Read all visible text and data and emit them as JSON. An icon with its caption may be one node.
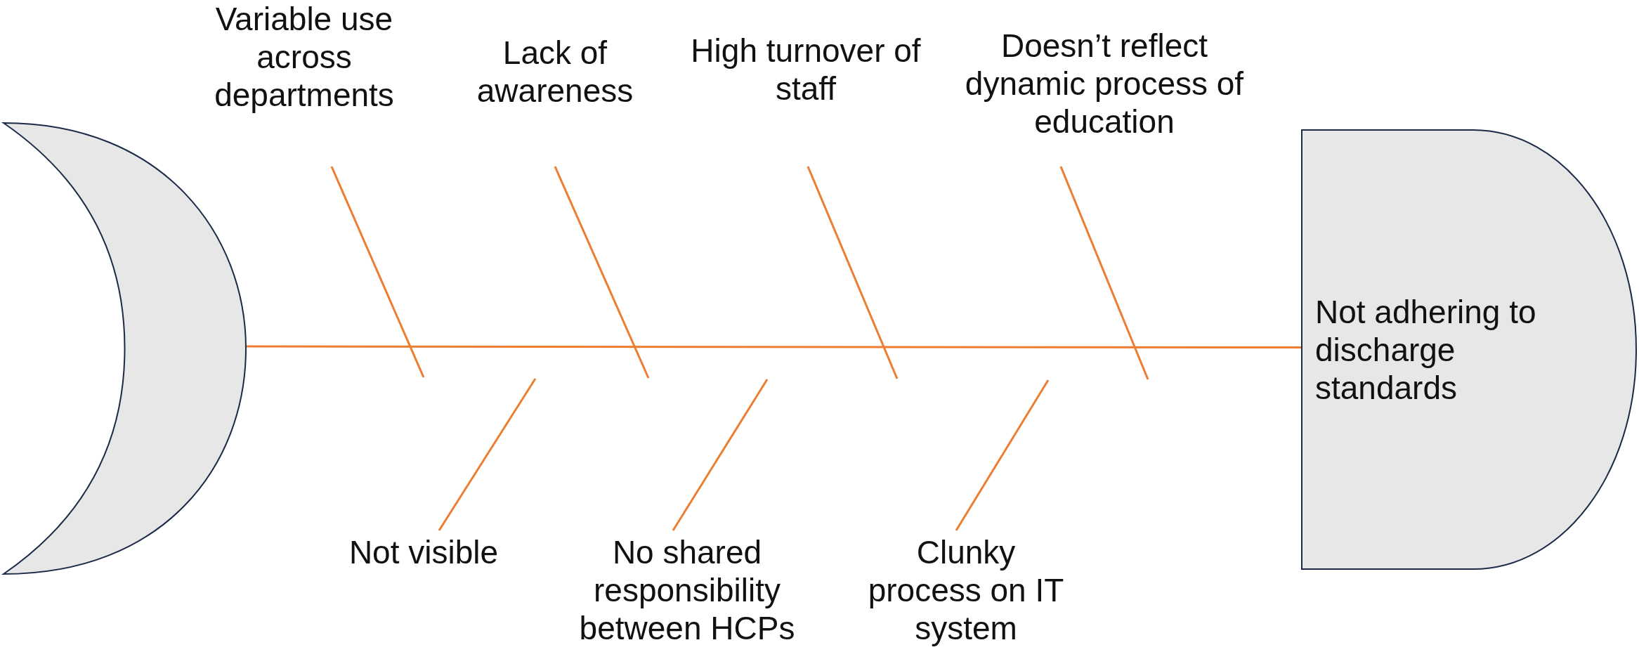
{
  "diagram": {
    "nodes": [
      {
        "text": [],
        "shape": "crescent"
      },
      {
        "text": [
          "Variable use across departments"
        ]
      },
      {
        "text": [
          "Lack of awareness"
        ]
      },
      {
        "text": [
          "High turnover of staff"
        ]
      },
      {
        "text": [
          "Doesn’t reflect dynamic process of education"
        ]
      },
      {
        "text": [
          "Not visible"
        ]
      },
      {
        "text": [
          "No shared responsibility between HCPs"
        ]
      },
      {
        "text": [
          "Clunky process on IT system"
        ]
      },
      {
        "text": [
          "Not adhering to discharge standards"
        ]
      }
    ],
    "edges": [
      {
        "from": 0,
        "to": 8,
        "arrow": "none"
      },
      {
        "from": 1,
        "to": null,
        "arrow": "none"
      },
      {
        "from": 2,
        "to": null,
        "arrow": "none"
      },
      {
        "from": 3,
        "to": null,
        "arrow": "none"
      },
      {
        "from": 4,
        "to": null,
        "arrow": "none"
      },
      {
        "from": 5,
        "to": null,
        "arrow": "none"
      },
      {
        "from": 6,
        "to": null,
        "arrow": "none"
      },
      {
        "from": 7,
        "to": null,
        "arrow": "none"
      }
    ]
  }
}
